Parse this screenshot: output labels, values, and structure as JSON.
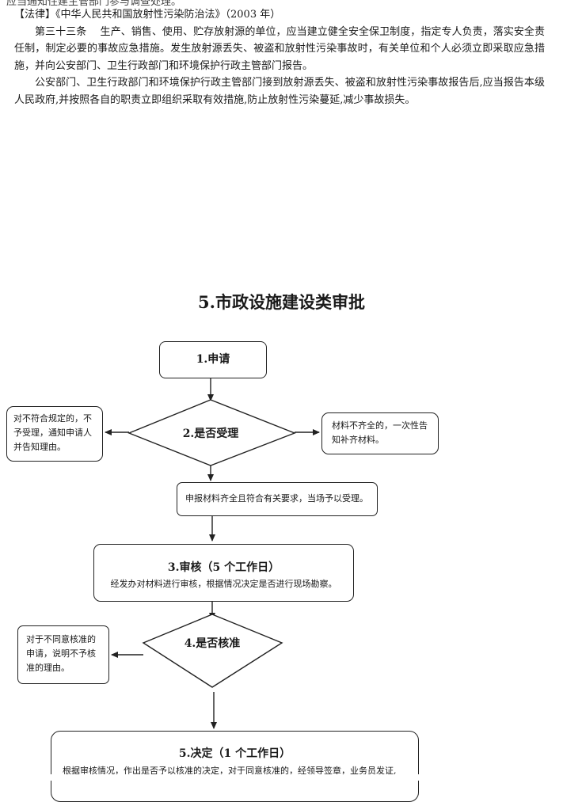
{
  "document": {
    "cut_top_line": "应当通知住建主管部门参与调查处理。",
    "law_heading": "【法律】《中华人民共和国放射性污染防治法》（2003 年）",
    "law_para1": "第三十三条　 生产、销售、使用、贮存放射源的单位，应当建立健全安全保卫制度，指定专人负责，落实安全责任制，制定必要的事故应急措施。发生放射源丢失、被盗和放射性污染事故时，有关单位和个人必须立即采取应急措施，并向公安部门、卫生行政部门和环境保护行政主管部门报告。",
    "law_para2": "公安部门、卫生行政部门和环境保护行政主管部门接到放射源丢失、被盗和放射性污染事故报告后,应当报告本级人民政府,并按照各自的职责立即组织采取有效措施,防止放射性污染蔓延,减少事故损失。"
  },
  "flowchart": {
    "title": "5.市政设施建设类审批",
    "step1": "1.申请",
    "step2": "2.是否受理",
    "reject_note": "对不符合规定的，不予受理，通知申请人并告知理由。",
    "incomplete_note": "材料不齐全的，一次性告知补齐材料。",
    "accept_note": "申报材料齐全且符合有关要求，当场予以受理。",
    "step3_title": "3.审核（5 个工作日）",
    "step3_desc": "经发办对材料进行审核，根据情况决定是否进行现场勘察。",
    "step4": "4.是否核准",
    "deny_note": "对于不同意核准的申请，说明不予核准的理由。",
    "step5_title": "5.决定（1 个工作日）",
    "step5_desc": "根据审核情况，作出是否予以核准的决定，对于同意核准的，经领导签章，业务员发证,"
  }
}
